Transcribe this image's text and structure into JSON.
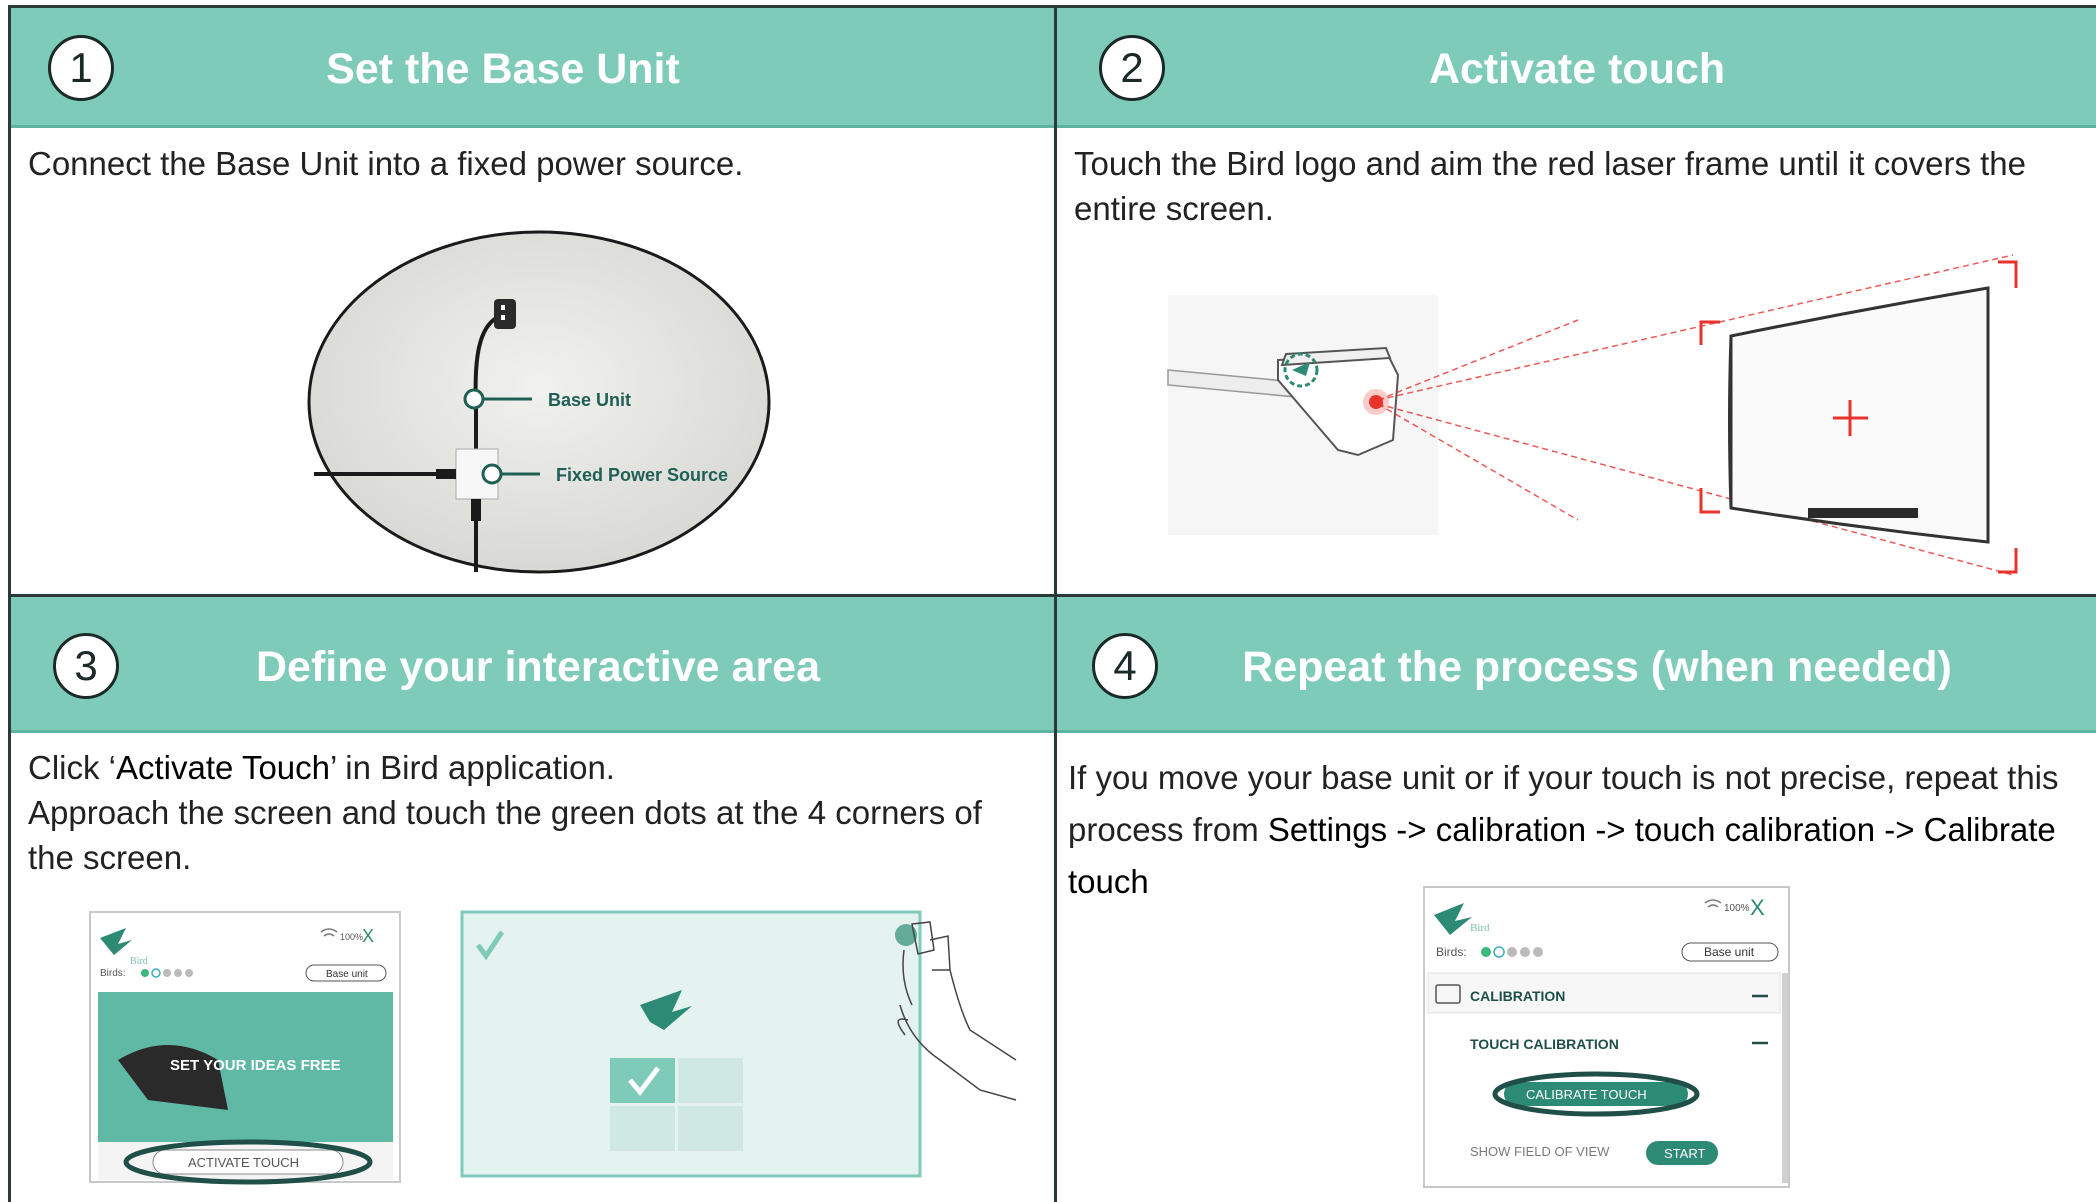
{
  "steps": [
    {
      "number": "1",
      "title": "Set the Base Unit",
      "text": "Connect the Base Unit into a fixed power source."
    },
    {
      "number": "2",
      "title": "Activate touch",
      "text1": "Touch the Bird logo and aim the red laser frame until it covers the",
      "text2": "entire screen."
    },
    {
      "number": "3",
      "title": "Define your interactive area",
      "line1_pre": "Click ‘",
      "line1_bold": "Activate Touch",
      "line1_post": "’ in Bird application.",
      "line2": "Approach the screen and touch the green dots at the 4 corners of",
      "line3": "the screen."
    },
    {
      "number": "4",
      "title": "Repeat the process (when needed)",
      "line1": "If you move your base unit or if your touch is not precise, repeat this",
      "line2_pre": "process from ",
      "line2_bold": "Settings -> calibration -> touch calibration -> Calibrate",
      "line3_bold": "touch"
    }
  ],
  "diagram1": {
    "label_base": "Base Unit",
    "label_power": "Fixed Power Source"
  },
  "app_panel_left": {
    "brand": "Bird",
    "battery": "100%",
    "close": "X",
    "birds_label": "Birds:",
    "base_unit": "Base unit",
    "banner": "SET YOUR IDEAS FREE",
    "activate": "ACTIVATE TOUCH"
  },
  "app_panel_right": {
    "brand": "Bird",
    "battery": "100%",
    "close": "X",
    "birds_label": "Birds:",
    "base_unit": "Base unit",
    "calibration": "CALIBRATION",
    "touch_calibration": "TOUCH CALIBRATION",
    "calibrate_touch": "CALIBRATE TOUCH",
    "show_fov": "SHOW FIELD OF VIEW",
    "start": "START"
  },
  "colors": {
    "header": "#7ecbb9",
    "accent": "#2d8a75",
    "dark_ring": "#1f4f48",
    "laser": "#e8322d"
  }
}
